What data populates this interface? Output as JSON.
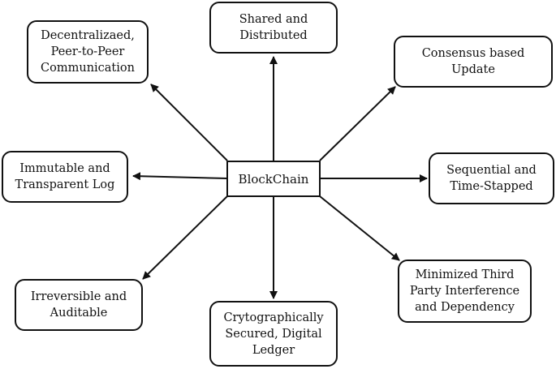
{
  "diagram": {
    "center": {
      "label": "BlockChain"
    },
    "nodes": [
      {
        "id": "shared",
        "lines": [
          "Shared and",
          "Distributed"
        ]
      },
      {
        "id": "decentralized",
        "lines": [
          "Decentralizaed,",
          "Peer-to-Peer",
          "Communication"
        ]
      },
      {
        "id": "consensus",
        "lines": [
          "Consensus based",
          "Update"
        ]
      },
      {
        "id": "immutable",
        "lines": [
          "Immutable and",
          "Transparent Log"
        ]
      },
      {
        "id": "sequential",
        "lines": [
          "Sequential and",
          "Time-Stapped"
        ]
      },
      {
        "id": "irreversible",
        "lines": [
          "Irreversible and",
          "Auditable"
        ]
      },
      {
        "id": "ledger",
        "lines": [
          "Crytographically",
          "Secured, Digital",
          "Ledger"
        ]
      },
      {
        "id": "third-party",
        "lines": [
          "Minimized Third",
          "Party Interference",
          "and Dependency"
        ]
      }
    ]
  }
}
